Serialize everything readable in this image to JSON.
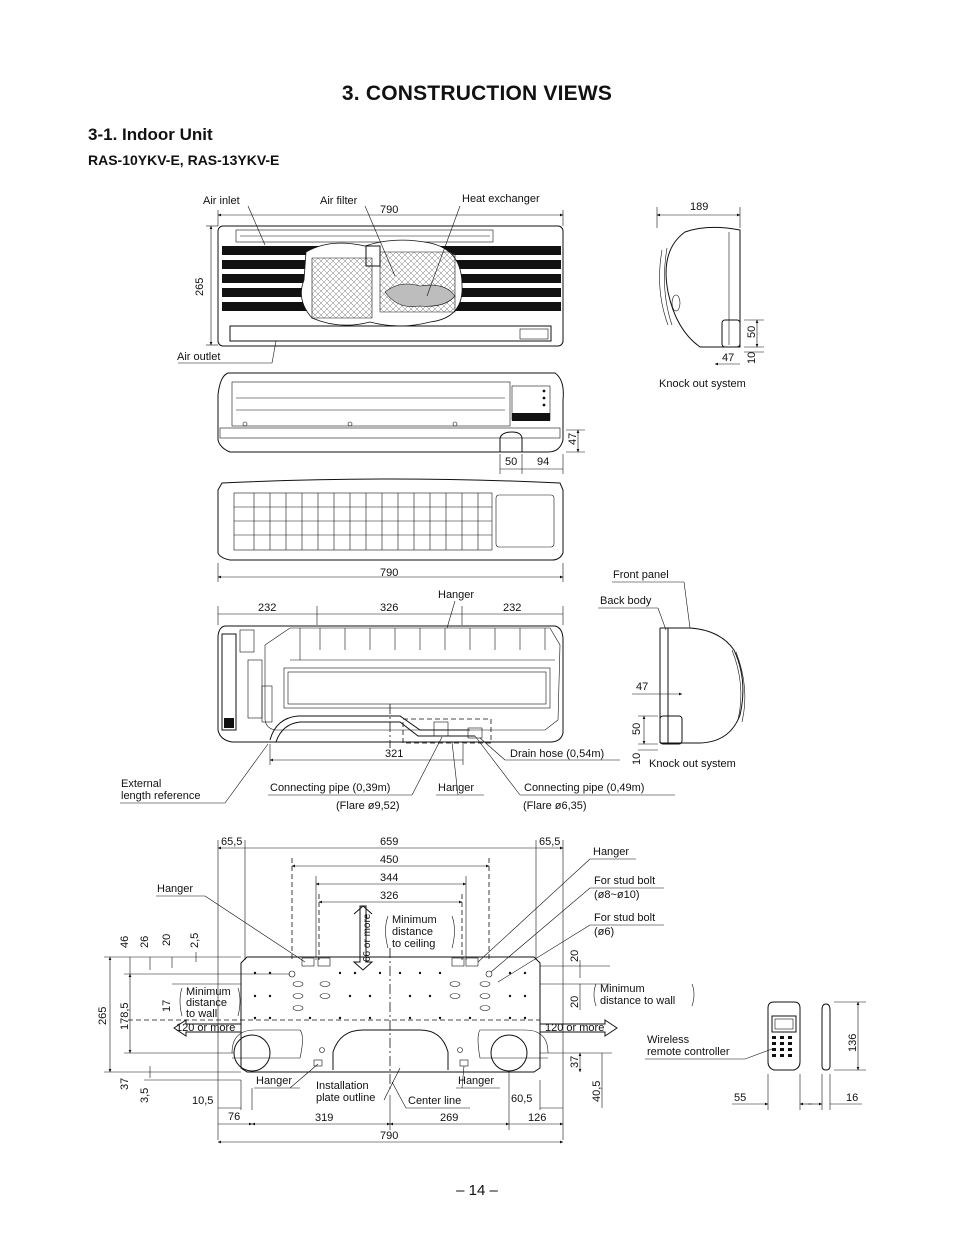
{
  "page": {
    "title": "3.   CONSTRUCTION VIEWS",
    "section": "3-1.  Indoor Unit",
    "models": "RAS-10YKV-E, RAS-13YKV-E",
    "page_number": "– 14 –"
  },
  "front_view": {
    "air_inlet": "Air inlet",
    "air_filter": "Air filter",
    "heat_exchanger": "Heat exchanger",
    "air_outlet": "Air outlet",
    "width": "790",
    "height": "265"
  },
  "side_view": {
    "depth": "189",
    "dim_50": "50",
    "dim_10": "10",
    "dim_47": "47",
    "knock_out": "Knock out system"
  },
  "bottom_view": {
    "dim_47": "47",
    "dim_50": "50",
    "dim_94": "94"
  },
  "rear_top_view": {
    "width": "790"
  },
  "inside_view": {
    "dim_232_left": "232",
    "dim_326": "326",
    "dim_232_right": "232",
    "hanger_top": "Hanger",
    "dim_321": "321",
    "drain_hose": "Drain hose (0,54m)",
    "external_ref_line1": "External",
    "external_ref_line2": "length reference",
    "pipe_left": "Connecting pipe (0,39m)",
    "flare_left": "(Flare ø9,52)",
    "hanger_bottom": "Hanger",
    "pipe_right": "Connecting pipe (0,49m)",
    "flare_right": "(Flare ø6,35)"
  },
  "side_view_2": {
    "front_panel": "Front panel",
    "back_body": "Back body",
    "dim_47": "47",
    "dim_50": "50",
    "dim_10": "10",
    "knock_out": "Knock out system"
  },
  "plate_view": {
    "dim_65_5_left": "65,5",
    "dim_659": "659",
    "dim_65_5_right": "65,5",
    "dim_450": "450",
    "dim_344": "344",
    "dim_326": "326",
    "hanger_tr": "Hanger",
    "hanger_tl": "Hanger",
    "stud_bolt_1_line1": "For stud bolt",
    "stud_bolt_1_line2": "(ø8~ø10)",
    "stud_bolt_2_line1": "For stud bolt",
    "stud_bolt_2_line2": "(ø6)",
    "min_ceiling_line1": "Minimum",
    "min_ceiling_line2": "distance",
    "min_ceiling_line3": "to ceiling",
    "ceiling_value": "66 or more",
    "min_wall_left_line1": "Minimum",
    "min_wall_left_line2": "distance",
    "min_wall_left_line3": "to wall",
    "min_wall_right_line1": "Minimum",
    "min_wall_right_line2": "distance to wall",
    "left_more": "120 or more",
    "right_more": "120 or more",
    "dim_46": "46",
    "dim_26": "26",
    "dim_20": "20",
    "dim_2_5": "2,5",
    "dim_17": "17",
    "dim_265": "265",
    "dim_178_5": "178,5",
    "dim_37_left": "37",
    "dim_3_5": "3,5",
    "dim_20_r1": "20",
    "dim_20_r2": "20",
    "dim_37_right": "37",
    "dim_40_5": "40,5",
    "hanger_bl": "Hanger",
    "install_line1": "Installation",
    "install_line2": "plate outline",
    "center_line": "Center line",
    "hanger_br": "Hanger",
    "dim_10_5": "10,5",
    "dim_76": "76",
    "dim_319": "319",
    "dim_269": "269",
    "dim_60_5": "60,5",
    "dim_126": "126",
    "dim_790": "790"
  },
  "remote": {
    "label_line1": "Wireless",
    "label_line2": "remote controller",
    "dim_55": "55",
    "dim_16": "16",
    "dim_136": "136"
  }
}
